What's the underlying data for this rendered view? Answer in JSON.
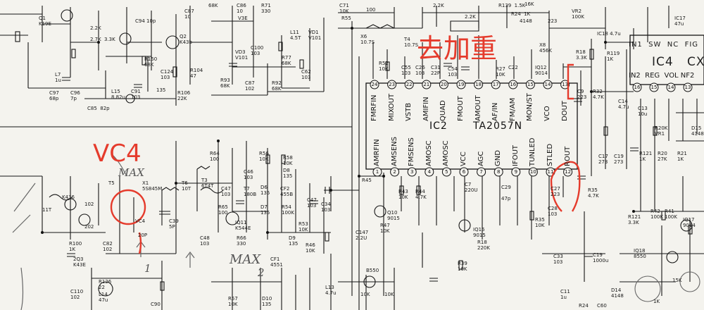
{
  "annotations": {
    "deemphasis": "去加重",
    "vc4": "VC4",
    "max1": "MAX",
    "max1_num": "1",
    "max2": "MAX",
    "max2_num": "2",
    "color": "#e53b2c"
  },
  "ic2": {
    "name": "IC2",
    "part": "TA2057N",
    "top_pins": [
      {
        "num": "24",
        "sig": "FMRFIN"
      },
      {
        "num": "23",
        "sig": "MIXOUT"
      },
      {
        "num": "22",
        "sig": "VSTB"
      },
      {
        "num": "21",
        "sig": "AMIFIN"
      },
      {
        "num": "20",
        "sig": "QUAD"
      },
      {
        "num": "19",
        "sig": "FMOUT"
      },
      {
        "num": "18",
        "sig": "AMOUT"
      },
      {
        "num": "17",
        "sig": "AF/IN"
      },
      {
        "num": "16",
        "sig": "FM/AM"
      },
      {
        "num": "15",
        "sig": "MON/ST"
      },
      {
        "num": "14",
        "sig": "VCO"
      },
      {
        "num": "13",
        "sig": "DOUT"
      }
    ],
    "bottom_pins": [
      {
        "num": "1",
        "sig": "AMRFIN"
      },
      {
        "num": "2",
        "sig": "AMSENS"
      },
      {
        "num": "3",
        "sig": "FMSENS"
      },
      {
        "num": "4",
        "sig": "AMOSC"
      },
      {
        "num": "5",
        "sig": "AMOSC"
      },
      {
        "num": "6",
        "sig": "VCC"
      },
      {
        "num": "7",
        "sig": "AGC"
      },
      {
        "num": "8",
        "sig": "GND"
      },
      {
        "num": "9",
        "sig": "IFOUT"
      },
      {
        "num": "10",
        "sig": "TUNLED"
      },
      {
        "num": "11",
        "sig": "STLED"
      },
      {
        "num": "12",
        "sig": "ROUT"
      }
    ]
  },
  "ic4": {
    "name": "IC4",
    "cx": "CX",
    "top_labels": "IN1  SW  NC  FIG",
    "bottom_labels": "IN2  REG  VOL NF2",
    "pins": [
      "16",
      "15",
      "14",
      "13"
    ]
  },
  "labels": {
    "q1": "Q1\nK19E",
    "r2k2": "2.2K",
    "k2k7": "2.7K",
    "k3k3": "3.3K",
    "c94": "C94 10p",
    "c87": "C87\n10",
    "x68k": "68K",
    "c86": "C86\n10",
    "v3e": "V3E",
    "r71": "R71\n330",
    "c71": "C71\n10K",
    "r55": "R55",
    "v100": "100",
    "r2k2b": "2.2K",
    "k2k2": "2.2K",
    "r139": "R139  1.5K",
    "r24": "R24  1K",
    "r16k": "16K",
    "c4148": "4148",
    "r223": "223",
    "vr2": "VR2\n100K",
    "ic17": "IC17\n47u",
    "q2": "Q2\nK43b",
    "c96": "C96\n7p",
    "c97": "C97\n68p",
    "l7": "L7\n1u",
    "l15": "L15\n8.82u",
    "c91": "C91\n103",
    "c85": "C85  82p",
    "c124": "C124\n103",
    "r106": "R106\n22K",
    "r150": "R150\n68K",
    "r104": "R104\n47",
    "r135": "135",
    "vd3": "VD3\nV101",
    "c100": "C100\n103",
    "l11": "L11\n4.5T",
    "vd1": "VD1\nV101",
    "r77": "R77\n68K",
    "c62": "C62\n103",
    "r93": "R93\n68K",
    "c87b": "C87\n102",
    "r92": "R92\n68K",
    "x6": "X6\n10.7S",
    "t4": "T4\n10.7S",
    "r52": "R52\n10K",
    "c55": "C55\n103",
    "c26": "C26\n103",
    "c31": "C31\n22P",
    "c54": "C54\n103",
    "r27": "R27\n10K",
    "c22": "C22",
    "iq12": "IQ12\n9014",
    "x8": "X8\n456K",
    "r18": "R18\n3.3K",
    "r32": "R32\n4.7K",
    "c9": "C9\n223",
    "r119": "R119\n1K",
    "ic18": "IC18 4.7u",
    "c14": "C14\n4.7u",
    "c13": "C13\n10u",
    "r20k": "R20K\nVR1",
    "d15": "D15\n4148",
    "c17": "C17\n273",
    "c19": "C19\n273",
    "r121": "R121\n1K",
    "r20": "R20\n27K",
    "r21": "R21\n1K",
    "r45": "R45",
    "r43": "R43\n10K",
    "r44": "R44\n4.7K",
    "c7": "C7\n220U",
    "c29": "C29",
    "c47p": "47p",
    "c27": "C27\n223",
    "c28": "C28\n103",
    "r35": "R35\n4.7K",
    "r35b": "R35\n10K",
    "q10": "Q10\n9015",
    "r47": "R47\n10K",
    "c147": "C147\n2.2U",
    "iq16": "IQ16\n9015",
    "r18b": "R18\n220K",
    "c33": "C33\n103",
    "c19b": "C19\n1000u",
    "r39": "R39\n10K",
    "b550": "B550",
    "l13": "L13\n4.7u",
    "r10k1": "10K",
    "r10k2": "10K",
    "c11": "C11\n1u",
    "r24b": "R24",
    "c60": "C60",
    "d14": "D14\n4148",
    "r42": "R42\n100K",
    "r41": "R41\n100K",
    "q17": "IQ17\n9014",
    "r121b": "R121\n3.3K",
    "q18": "IQ18\n8550",
    "r15k": "15K",
    "r1k": "1K",
    "rvc4": "VC4",
    "k436": "K436",
    "t5": "T5",
    "x1": "X1\n5S845M",
    "t6": "T6\n10T",
    "t3": "T3\n6T4T",
    "c46": "C46\n103",
    "c47": "C47\n103",
    "t7": "T7\n180B",
    "r56": "R56\n10K",
    "r58": "R58\n10K",
    "d8": "D8\n135",
    "d6": "D6\n135",
    "cf2": "CF2\n455B",
    "c47b": "C47\n103",
    "c34": "C34\n103",
    "r64": "R64\n100",
    "r65": "R65\n100",
    "d7": "D7\n135",
    "r54": "R54\n100K",
    "r53": "R53\n10K",
    "iq11": "IQ11\nK544E",
    "r66": "R66\n330",
    "d9": "D9\n135",
    "r46": "R46\n10K",
    "cf1": "CF1\n4551",
    "c48": "C48\n103",
    "c39": "C39\n5P",
    "c82": "C82\n102",
    "r100": "R100\n1K",
    "q3": "2Q3\nK43E",
    "c110": "C110\n102",
    "r126": "R126\n22",
    "l14": "L14\n47u",
    "r57": "R57\n10K",
    "d10": "D10\n135",
    "r11t": "11T",
    "c102": "102",
    "r202": "202",
    "c90": "C90",
    "v20p": "20P"
  }
}
